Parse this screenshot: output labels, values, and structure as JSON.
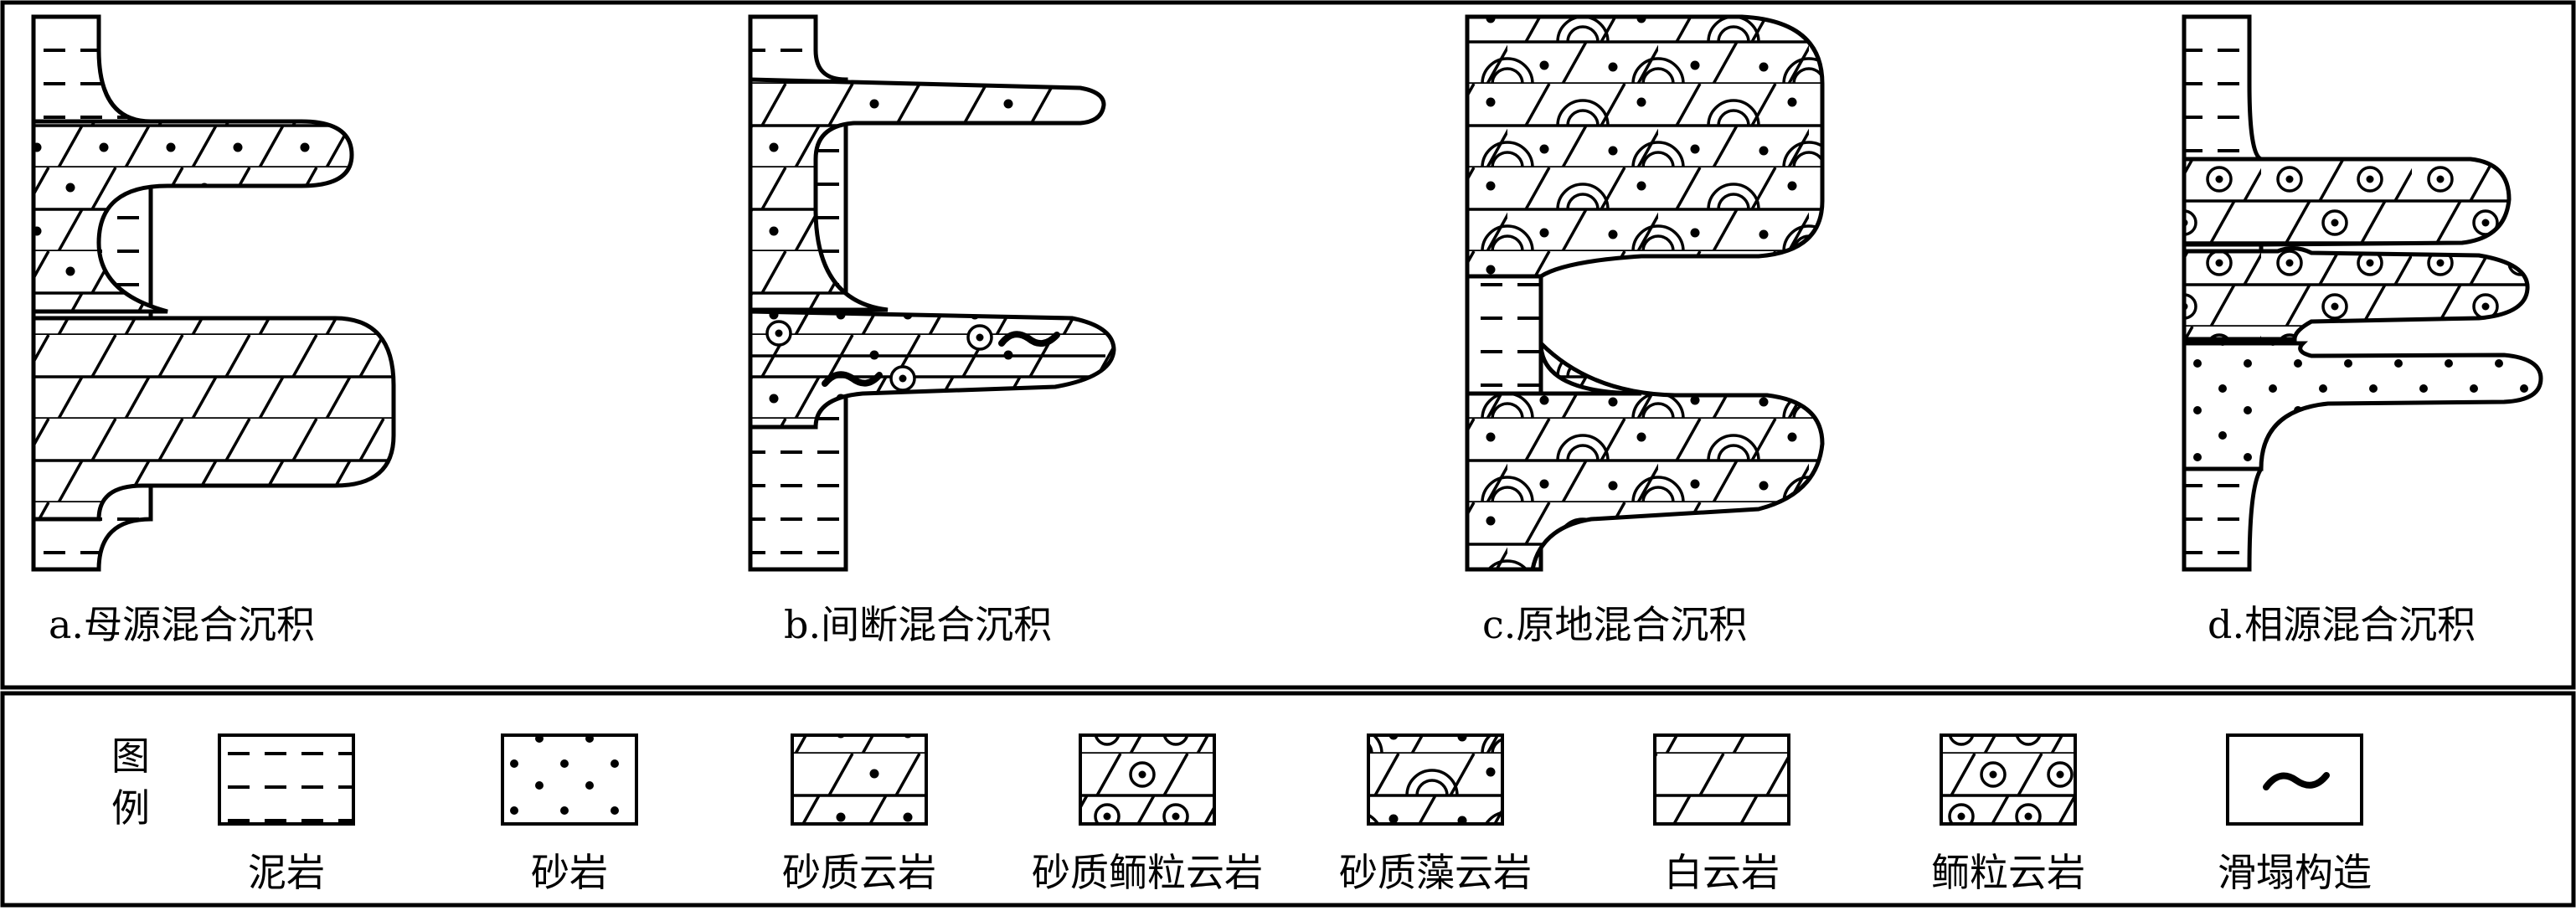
{
  "panels": [
    {
      "id": "a",
      "caption": "a.母源混合沉积"
    },
    {
      "id": "b",
      "caption": "b.间断混合沉积"
    },
    {
      "id": "c",
      "caption": "c.原地混合沉积"
    },
    {
      "id": "d",
      "caption": "d.相源混合沉积"
    }
  ],
  "legend": {
    "title": "图例",
    "items": [
      {
        "key": "mudstone",
        "label": "泥岩"
      },
      {
        "key": "sandstone",
        "label": "砂岩"
      },
      {
        "key": "sandy-dolomite",
        "label": "砂质云岩"
      },
      {
        "key": "sandy-oolitic-dolomite",
        "label": "砂质鲕粒云岩"
      },
      {
        "key": "sandy-algal-dolomite",
        "label": "砂质藻云岩"
      },
      {
        "key": "dolomite",
        "label": "白云岩"
      },
      {
        "key": "oolitic-dolomite",
        "label": "鲕粒云岩"
      },
      {
        "key": "slump-structure",
        "label": "滑塌构造"
      }
    ]
  }
}
